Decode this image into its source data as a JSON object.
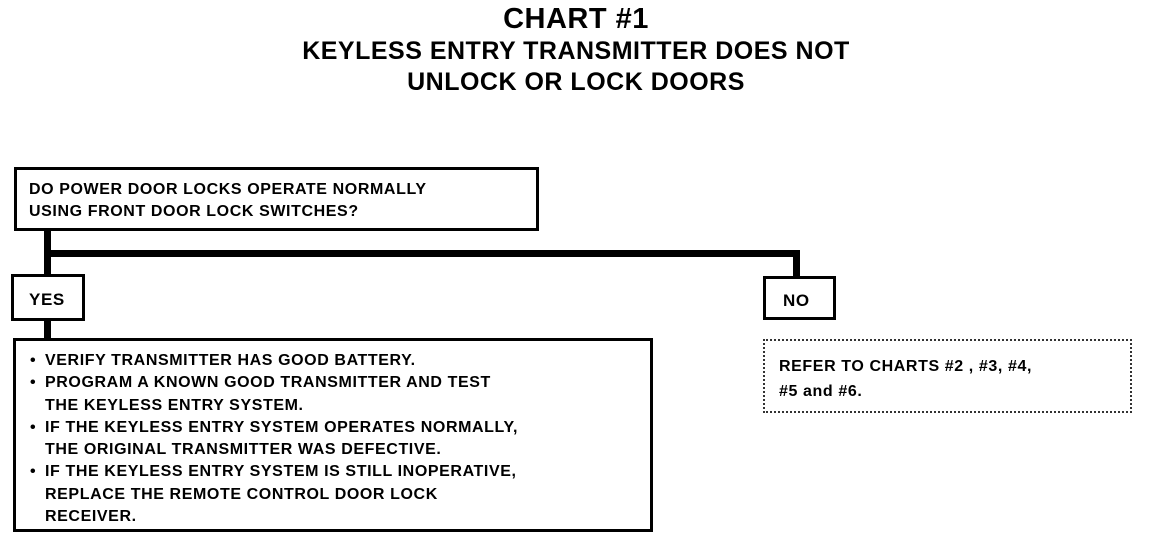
{
  "title": {
    "chart_number": "CHART #1",
    "line1": "KEYLESS ENTRY TRANSMITTER DOES NOT",
    "line2": "UNLOCK OR LOCK DOORS"
  },
  "question": {
    "line1": "DO POWER DOOR LOCKS OPERATE NORMALLY",
    "line2": "USING FRONT DOOR LOCK SWITCHES?"
  },
  "branches": {
    "yes_label": "YES",
    "no_label": "NO"
  },
  "yes_actions": [
    {
      "lines": [
        "VERIFY TRANSMITTER HAS GOOD BATTERY."
      ]
    },
    {
      "lines": [
        "PROGRAM A KNOWN GOOD TRANSMITTER AND TEST",
        "THE KEYLESS ENTRY SYSTEM."
      ]
    },
    {
      "lines": [
        "IF THE KEYLESS ENTRY SYSTEM OPERATES NORMALLY,",
        "THE ORIGINAL TRANSMITTER WAS DEFECTIVE."
      ]
    },
    {
      "lines": [
        "IF THE KEYLESS ENTRY SYSTEM IS STILL INOPERATIVE,",
        "REPLACE THE REMOTE CONTROL DOOR LOCK",
        "RECEIVER."
      ]
    }
  ],
  "no_action": {
    "line1": "REFER TO CHARTS #2 , #3, #4,",
    "line2": "#5 and #6."
  }
}
